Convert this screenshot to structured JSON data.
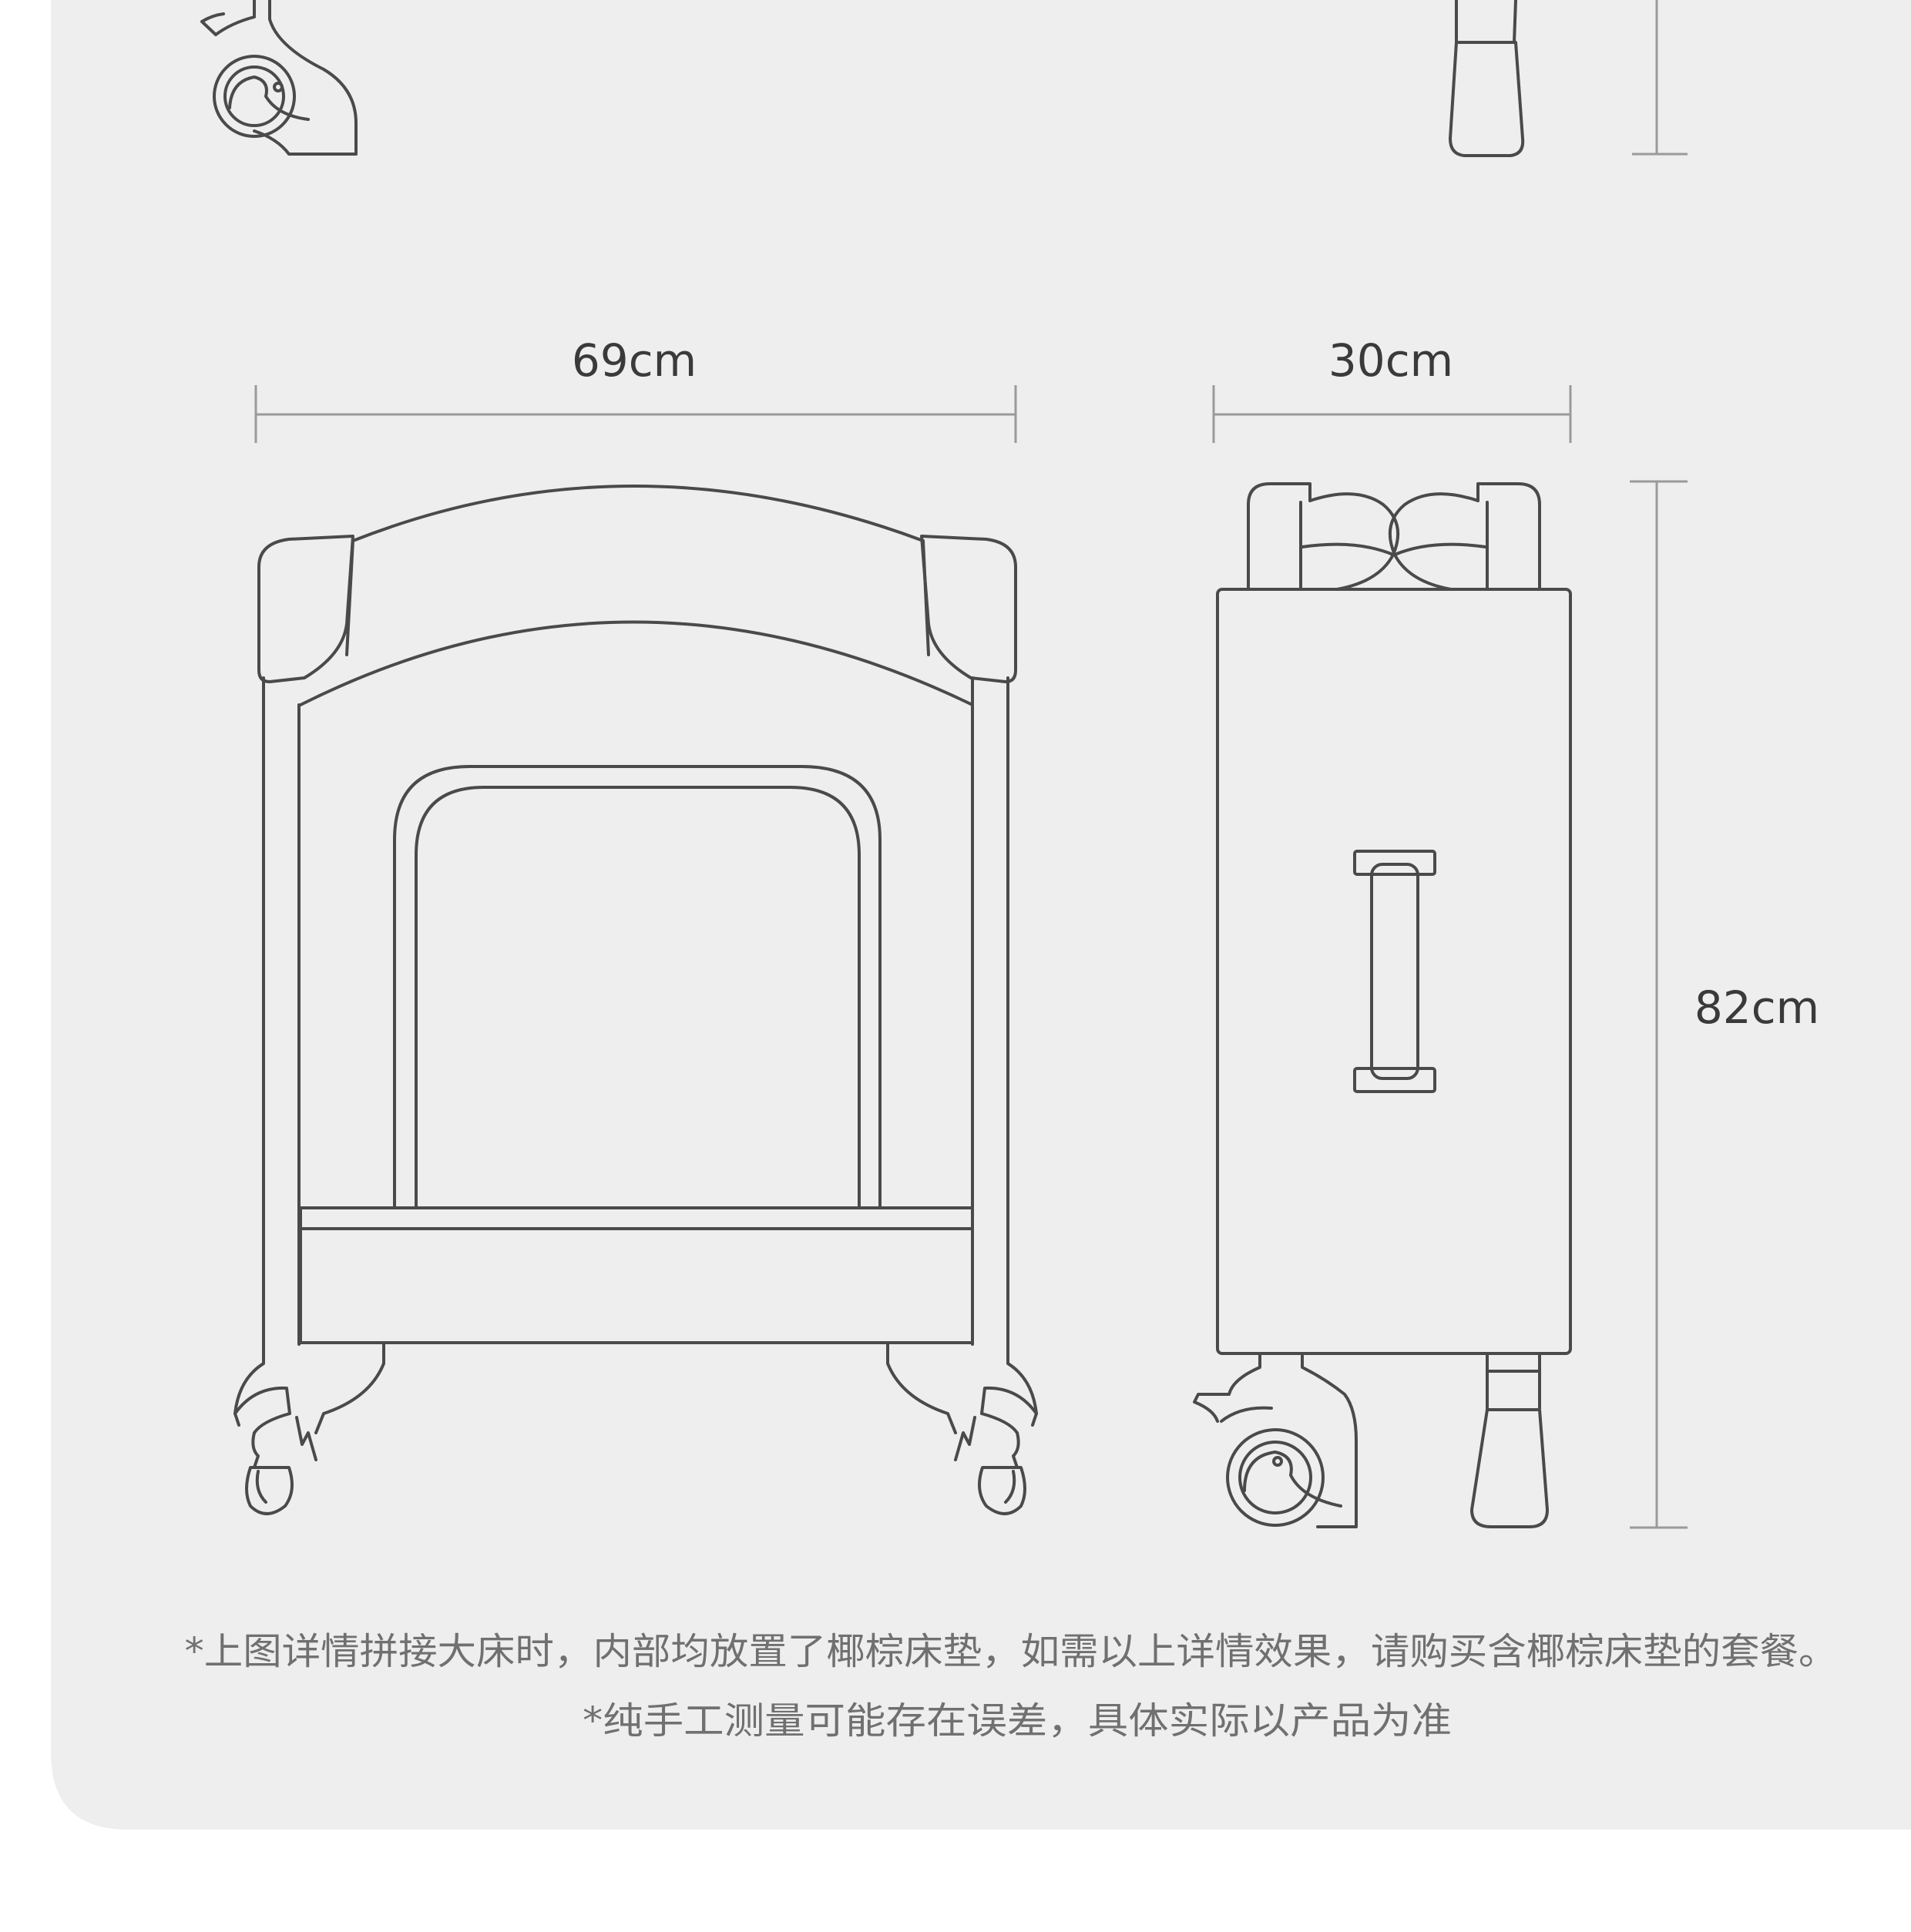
{
  "dimensions": {
    "width_label": "69cm",
    "depth_label": "30cm",
    "height_label": "82cm"
  },
  "notes": {
    "line1": "*上图详情拼接大床时，内部均放置了椰棕床垫，如需以上详情效果，请购买含椰棕床垫的套餐。",
    "line2": "*纯手工测量可能存在误差，具体实际以产品为准"
  },
  "colors": {
    "panel_background": "#eeeeee",
    "page_background": "#ffffff",
    "outline": "#4a4a4a",
    "dimension_line": "#9a9a9a",
    "note_text": "#707070"
  }
}
